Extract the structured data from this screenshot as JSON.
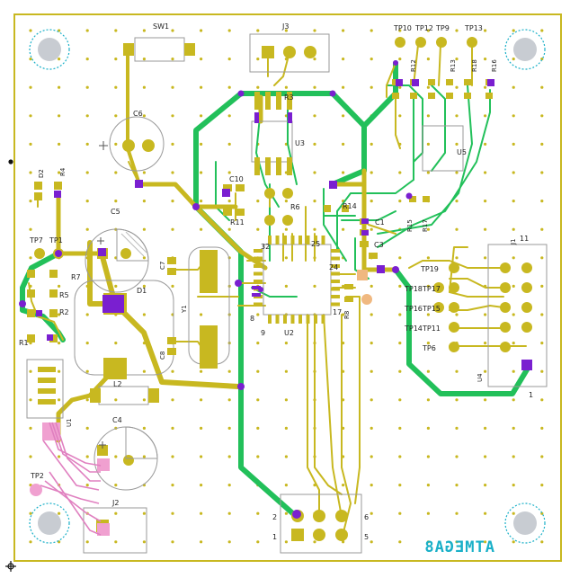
{
  "board_label": "ATMEGA8",
  "colors": {
    "background": "#ffffff",
    "track_yellow": "#c8b820",
    "track_green": "#22c05a",
    "pad": "#c8b820",
    "via": "#7a1fd0",
    "hole": "#cfeef3",
    "silk": "#222222",
    "label_cyan": "#1ab0c8",
    "pink": "#f0a0d0"
  },
  "components": {
    "sw1": "SW1",
    "j3": "J3",
    "c6": "C6",
    "u3": "U3",
    "r3": "R3",
    "c10": "C10",
    "r11": "R11",
    "r14": "R14",
    "r6": "R6",
    "c1": "C1",
    "c3": "C3",
    "c5": "C5",
    "c7": "C7",
    "c8": "C8",
    "y1": "Y1",
    "d1": "D1",
    "d2": "D2",
    "r4": "R4",
    "r7": "R7",
    "r5": "R5",
    "r2": "R2",
    "r1": "R1",
    "l2": "L2",
    "u1": "U1",
    "c4": "C4",
    "j2": "J2",
    "u2": "U2",
    "r8": "R8",
    "u4": "U4",
    "u5": "U5",
    "j1": "J1",
    "r12": "R12",
    "r13": "R13",
    "r18": "R18",
    "r16": "R16",
    "r15": "R15",
    "r17": "R17"
  },
  "test_points": {
    "tp10": "TP10",
    "tp12": "TP12",
    "tp9": "TP9",
    "tp13": "TP13",
    "tp7": "TP7",
    "tp1": "TP1",
    "tp2": "TP2",
    "tp19": "TP19",
    "tp18": "TP18",
    "tp17": "TP17",
    "tp16": "TP16",
    "tp15": "TP15",
    "tp14": "TP14",
    "tp11": "TP11",
    "tp6": "TP6"
  },
  "pin_numbers": {
    "u2_32": "32",
    "u2_25": "25",
    "u2_24": "24",
    "u2_17": "17",
    "u2_9": "9",
    "u2_8": "8",
    "u4_11": "11",
    "u4_1": "1",
    "j1_2": "2",
    "j1_1": "1",
    "j1_6": "6",
    "j1_5": "5"
  }
}
